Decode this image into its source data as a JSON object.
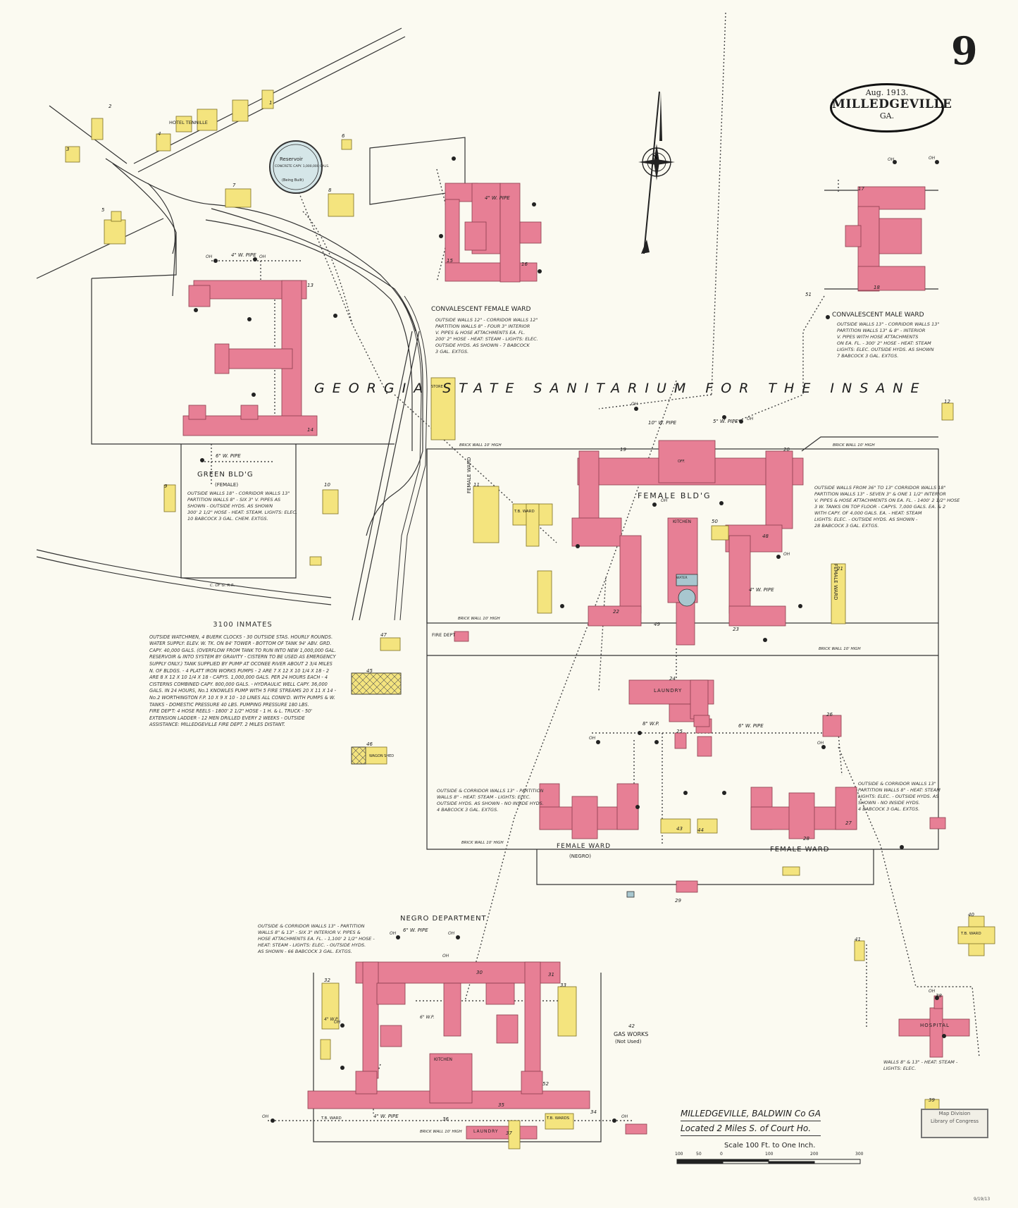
{
  "sheet": {
    "page_number": "9",
    "date": "Aug. 1913.",
    "city": "MILLEDGEVILLE",
    "state": "GA.",
    "main_title": "GEORGIA STATE SANITARIUM FOR THE INSANE",
    "location_line1": "MILLEDGEVILLE, BALDWIN Co GA",
    "location_line2": "Located 2 Miles S. of Court Ho.",
    "scale_text": "Scale 100 Ft. to One Inch.",
    "scale_ticks": [
      "100",
      "50",
      "0",
      "100",
      "200",
      "300"
    ],
    "stamp_text": [
      "Map Division",
      "Library of Congress"
    ],
    "signature": "9/19/13"
  },
  "colors": {
    "paper": "#fbfaf1",
    "brick": "#e77f95",
    "frame": "#f4e47e",
    "stone": "#a8c7cf",
    "line": "#3a3a3a"
  },
  "building_labels": {
    "green_bldg": "GREEN BLD'G",
    "green_bldg_sub": "(FEMALE)",
    "conv_female": "CONVALESCENT FEMALE WARD",
    "conv_male": "CONVALESCENT MALE WARD",
    "female_bldg": "FEMALE BLD'G",
    "female_ward_left": "FEMALE WARD",
    "female_ward_right": "FEMALE WARD",
    "female_ward_negro": "FEMALE WARD",
    "female_ward_negro_sub": "(NEGRO)",
    "female_ward_lower": "FEMALE WARD",
    "negro_department": "NEGRO DEPARTMENT",
    "hospital": "HOSPITAL",
    "gas_works": "GAS WORKS",
    "gas_works_sub": "(Not Used)",
    "laundry": "LAUNDRY",
    "laundry_lower": "LAUNDRY",
    "kitchen": "KITCHEN",
    "kitchen_lower": "KITCHEN",
    "tb_ward_1": "T.B. WARD",
    "tb_ward_2": "T.B. WARD",
    "tb_ward_3": "T.B. WARDS",
    "tb_ward_4": "T.B. WARD",
    "fire_dept": "FIRE DEPT",
    "hotel_tennille": "HOTEL TENNILLE",
    "reservoir": "Reservoir",
    "reservoir_detail": "CONCRETE CAPY. 1,000,000 GALS.",
    "reservoir_sub": "(Being Built)",
    "wagon_shed": "WAGON SHED",
    "store": "STORE",
    "office": "OFF.",
    "water": "WATER"
  },
  "pipe_labels": {
    "pipe_4w_a": "4\" W. PIPE",
    "pipe_6w_a": "6\" W. PIPE",
    "pipe_4w_b": "4\" W. PIPE",
    "pipe_6w_b": "6\" W. PIPE",
    "pipe_8w": "8\" W.P.",
    "pipe_6w_c": "6\" W. PIPE",
    "pipe_4w_c": "4\" W. PIPE",
    "pipe_4w_d": "4\" W. PIPE",
    "pipe_5w": "5\" W. PIPE",
    "pipe_10w": "10\" W. PIPE",
    "pipe_4wp": "4\" W.P.",
    "pipe_6wp": "6\" W.P.",
    "brick_wall_a": "BRICK WALL 10' HIGH",
    "brick_wall_b": "BRICK WALL 10' HIGH",
    "brick_wall_c": "BRICK WALL 10' HIGH",
    "brick_wall_d": "BRICK WALL 10' HIGH",
    "brick_wall_e": "BRICK WALL 10' HIGH",
    "brick_wall_f": "BRICK WALL 10' HIGH",
    "rr_cof": "C. OF G. R.R."
  },
  "notes": {
    "conv_female": "OUTSIDE WALLS 12\" - CORRIDOR WALLS 12\"\nPARTITION WALLS 8\" - FOUR 3\" INTERIOR\nV. PIPES & HOSE ATTACHMENTS EA. FL.\n200' 2\" HOSE - HEAT: STEAM - LIGHTS: ELEC.\nOUTSIDE HYDS. AS SHOWN - 7 BABCOCK\n3 GAL. EXTGS.",
    "conv_male": "OUTSIDE WALLS 13\" - CORRIDOR WALLS 13\"\nPARTITION WALLS 13\" & 8\" - INTERIOR\nV. PIPES WITH HOSE ATTACHMENTS\nON EA. FL. - 300' 2\" HOSE - HEAT: STEAM\nLIGHTS: ELEC. OUTSIDE HYDS. AS SHOWN\n7 BABCOCK 3 GAL. EXTGS.",
    "green_bldg": "OUTSIDE WALLS 18\" - CORRIDOR WALLS 13\"\nPARTITION WALLS 8\" - SIX 3\" V. PIPES AS\nSHOWN - OUTSIDE HYDS. AS SHOWN\n300' 2 1/2\" HOSE - HEAT: STEAM. LIGHTS: ELEC.\n10 BABCOCK 3 GAL. CHEM. EXTGS.",
    "female_bldg": "OUTSIDE WALLS FROM 36\" TO 13\" CORRIDOR WALLS 18\"\nPARTITION WALLS 13\" - SEVEN 3\" & ONE 1 1/2\" INTERIOR\nV. PIPES & HOSE ATTACHMENTS ON EA. FL. - 1400' 2 1/2\" HOSE\n3 W. TANKS ON TOP FLOOR - CAPYS. 7,000 GALS. EA. & 2\nWITH CAPY. OF 4,000 GALS. EA. - HEAT: STEAM\nLIGHTS: ELEC. - OUTSIDE HYDS. AS SHOWN -\n28 BABCOCK 3 GAL. EXTGS.",
    "negro_female": "OUTSIDE & CORRIDOR WALLS 13\" - PARTITION\nWALLS 8\" - HEAT: STEAM - LIGHTS: ELEC.\nOUTSIDE HYDS. AS SHOWN - NO INSIDE HYDS.\n4 BABCOCK 3 GAL. EXTGS.",
    "female_ward_right": "OUTSIDE & CORRIDOR WALLS 13\"\nPARTITION WALLS 8\" - HEAT: STEAM\nLIGHTS: ELEC. - OUTSIDE HYDS. AS\nSHOWN - NO INSIDE HYDS.\n4 BABCOCK 3 GAL. EXTGS.",
    "negro_dept": "OUTSIDE & CORRIDOR WALLS 13\" - PARTITION\nWALLS 8\" & 13\" - SIX 3\" INTERIOR V. PIPES &\nHOSE ATTACHMENTS EA. FL. - 1,100' 2 1/2\" HOSE -\nHEAT: STEAM - LIGHTS: ELEC. - OUTSIDE HYDS.\nAS SHOWN - 66 BABCOCK 3 GAL. EXTGS.",
    "hospital": "WALLS 8\" & 13\" - HEAT: STEAM -\nLIGHTS: ELEC."
  },
  "inmates": {
    "heading": "3100 INMATES",
    "text": "OUTSIDE WATCHMEN, 4 BUERK CLOCKS - 30 OUTSIDE STAS. HOURLY ROUNDS. WATER SUPPLY: ELEV. W. TK. ON 84' TOWER - BOTTOM OF TANK 94' ABV. GRD. CAPY. 40,000 GALS. (OVERFLOW FROM TANK TO RUN INTO NEW 1,000,000 GAL. RESERVOIR & INTO SYSTEM BY GRAVITY - CISTERN TO BE USED AS EMERGENCY SUPPLY ONLY.) TANK SUPPLIED BY PUMP AT OCONEE RIVER ABOUT 2 3/4 MILES N. OF BLDGS. - 4 PLATT IRON WORKS PUMPS - 2 ARE 7 X 12 X 10 1/4 X 18 - 2 ARE 8 X 12 X 10 1/4 X 18 - CAPYS. 1,000,000 GALS. PER 24 HOURS EACH - 4 CISTERNS COMBINED CAPY. 800,000 GALS. - HYDRAULIC WELL CAPY. 36,000 GALS. IN 24 HOURS, No.1 KNOWLES PUMP WITH 5 FIRE STREAMS 20 X 11 X 14 - No.2 WORTHINGTON F.P. 10 X 9 X 10 - 10 LINES ALL CONN'D. WITH PUMPS & W. TANKS - DOMESTIC PRESSURE 40 LBS. PUMPING PRESSURE 180 LBS.",
    "fire_dept": "FIRE DEP'T: 4 HOSE REELS - 1800' 2 1/2\" HOSE - 1 H. & L. TRUCK - 50' EXTENSION LADDER - 12 MEN DRILLED EVERY 2 WEEKS - OUTSIDE ASSISTANCE: MILLEDGEVILLE FIRE DEPT. 2 MILES DISTANT."
  },
  "numbers": [
    "1",
    "2",
    "3",
    "4",
    "5",
    "6",
    "7",
    "8",
    "9",
    "10",
    "11",
    "12",
    "13",
    "14",
    "15",
    "16",
    "17",
    "18",
    "19",
    "20",
    "21",
    "22",
    "23",
    "24",
    "25",
    "26",
    "27",
    "28",
    "29",
    "30",
    "31",
    "32",
    "33",
    "34",
    "35",
    "36",
    "37",
    "38",
    "39",
    "40",
    "41",
    "42",
    "43",
    "44",
    "45",
    "46",
    "47",
    "48",
    "49",
    "50",
    "51",
    "52"
  ],
  "hydrant": "OH"
}
